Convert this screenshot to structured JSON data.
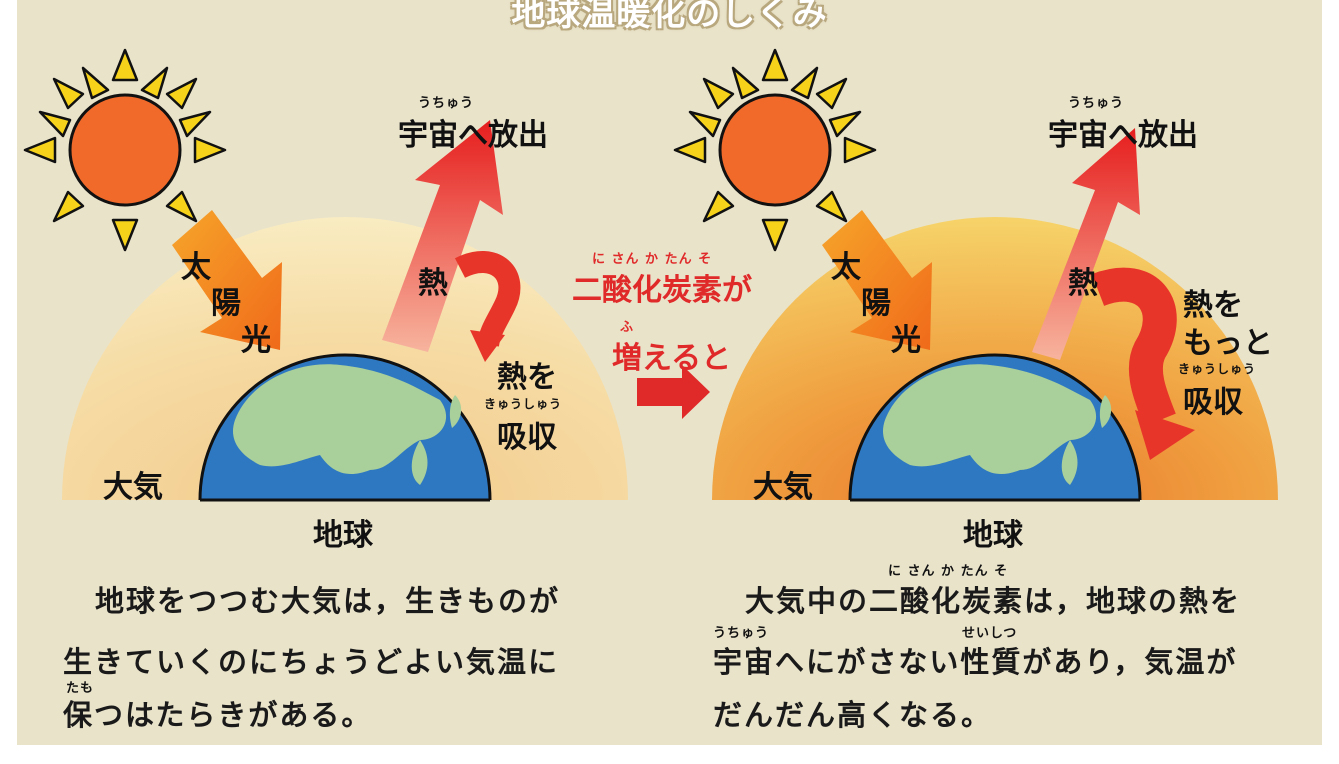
{
  "title": "地球温暖化のしくみ",
  "left": {
    "space_ruby": "うちゅう",
    "space_label": "宇宙へ放出",
    "sunlight_chars": [
      "太",
      "陽",
      "光"
    ],
    "heat_label": "熱",
    "absorb_line1": "熱を",
    "absorb_ruby": "きゅうしゅう",
    "absorb_line2": "吸収",
    "atmosphere_label": "大気",
    "earth_label": "地球",
    "paragraph": [
      "地球をつつむ大気は，生きものが",
      "生きていくのにちょうどよい気温に",
      "保つはたらきがある。"
    ],
    "paragraph_ruby": "たも"
  },
  "middle": {
    "co2_ruby": "に さん か たん そ",
    "co2_label": "二酸化炭素が",
    "increase_ruby": "ふ",
    "increase_label": "増えると"
  },
  "right": {
    "space_ruby": "うちゅう",
    "space_label": "宇宙へ放出",
    "sunlight_chars": [
      "太",
      "陽",
      "光"
    ],
    "heat_label": "熱",
    "absorb_line1": "熱を",
    "absorb_line2": "もっと",
    "absorb_ruby": "きゅうしゅう",
    "absorb_line3": "吸収",
    "atmosphere_label": "大気",
    "earth_label": "地球",
    "paragraph": [
      "大気中の二酸化炭素は，地球の熱を",
      "宇宙へにがさない性質があり，気温が",
      "だんだん高くなる。"
    ],
    "paragraph_ruby1": "に さん か たん そ",
    "paragraph_ruby2": "うちゅう",
    "paragraph_ruby3": "せいしつ"
  },
  "colors": {
    "panel": "#e9e3ca",
    "sun": "#f26a2a",
    "ray": "#f6d21a",
    "ocean": "#2e78c2",
    "land": "#a9cf9a",
    "accent_red": "#e02a2a"
  }
}
